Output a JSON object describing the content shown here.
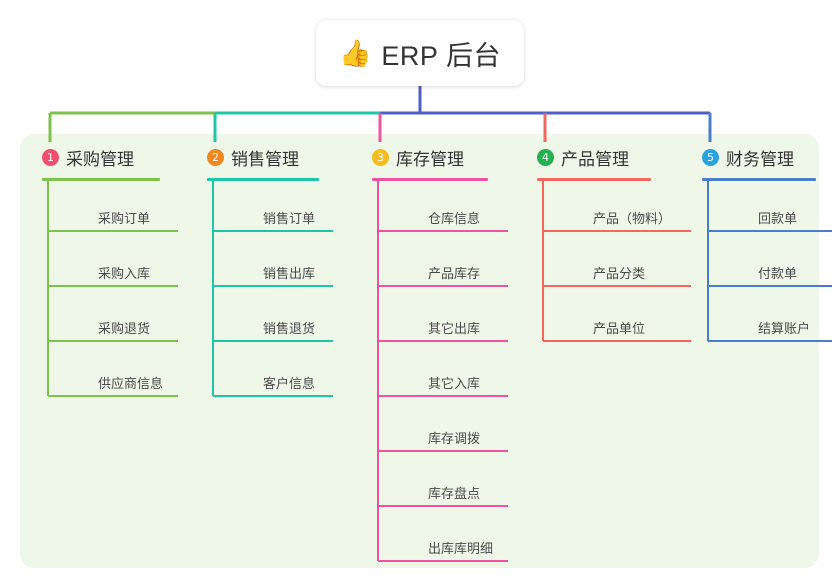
{
  "diagram": {
    "type": "mind-map",
    "title": "ERP 后台",
    "root": {
      "icon": "thumbs-up-icon",
      "emoji": "👍",
      "label": "ERP 后台"
    },
    "panel_background": "#eff7e9",
    "page_background": "#ffffff",
    "root_connector_color": "#4f5fc4",
    "branches": [
      {
        "number": "1",
        "label": "采购管理",
        "color": "#7dc24b",
        "badge_color": "#f0506e",
        "head_rule_width": 118,
        "leaf_width": 80,
        "items": [
          "采购订单",
          "采购入库",
          "采购退货",
          "供应商信息"
        ]
      },
      {
        "number": "2",
        "label": "销售管理",
        "color": "#1fc6a6",
        "badge_color": "#f2871e",
        "head_rule_width": 112,
        "leaf_width": 70,
        "items": [
          "销售订单",
          "销售出库",
          "销售退货",
          "客户信息"
        ]
      },
      {
        "number": "3",
        "label": "库存管理",
        "color": "#ec55a0",
        "badge_color": "#f5bd1f",
        "head_rule_width": 116,
        "leaf_width": 80,
        "items": [
          "仓库信息",
          "产品库存",
          "其它出库",
          "其它入库",
          "库存调拨",
          "库存盘点",
          "出库库明细"
        ]
      },
      {
        "number": "4",
        "label": "产品管理",
        "color": "#f2685f",
        "badge_color": "#22b14c",
        "head_rule_width": 114,
        "leaf_width": 98,
        "items": [
          "产品（物料）",
          "产品分类",
          "产品单位"
        ]
      },
      {
        "number": "5",
        "label": "财务管理",
        "color": "#4a7ec8",
        "badge_color": "#29a3dc",
        "head_rule_width": 114,
        "leaf_width": 74,
        "items": [
          "回款单",
          "付款单",
          "结算账户"
        ]
      }
    ]
  }
}
